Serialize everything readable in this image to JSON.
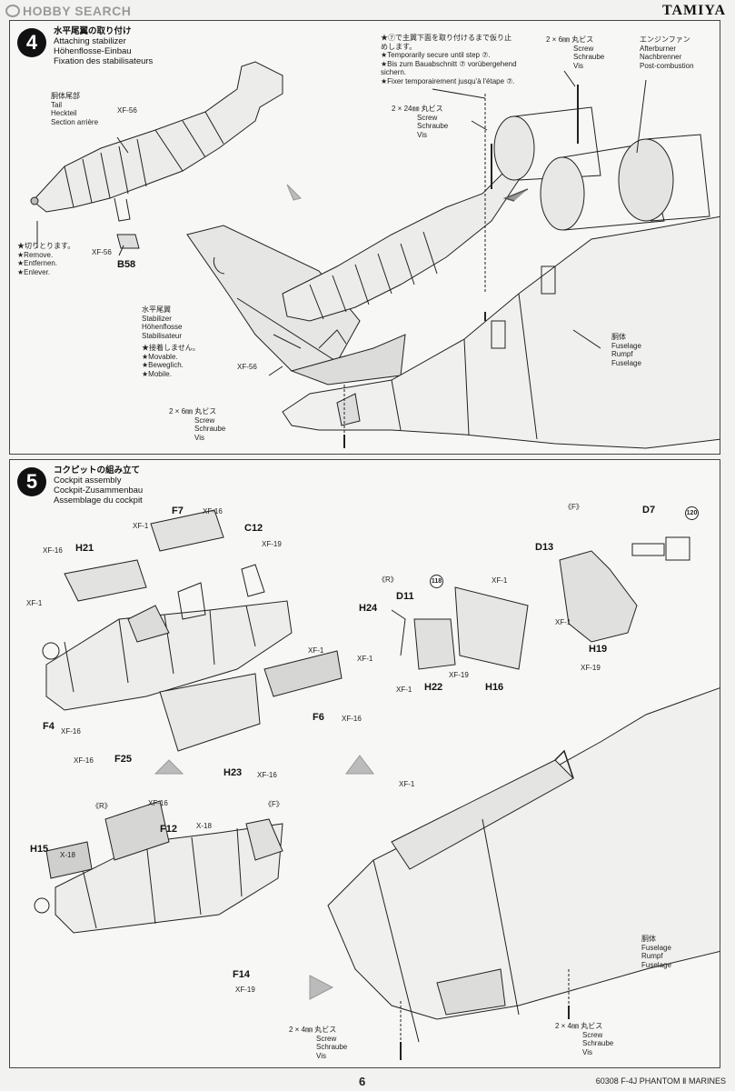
{
  "header": {
    "site_logo": "HOBBY SEARCH",
    "brand": "TAMIYA"
  },
  "step4": {
    "number": "4",
    "title_jp": "水平尾翼の取り付け",
    "title_en": "Attaching stabilizer",
    "title_de": "Höhenflosse-Einbau",
    "title_fr": "Fixation des stabilisateurs",
    "tail": {
      "jp": "胴体尾部",
      "en": "Tail",
      "de": "Heckteil",
      "fr": "Section arrière"
    },
    "cut_off": {
      "jp": "★切りとります。",
      "en": "★Remove.",
      "de": "★Entfernen.",
      "fr": "★Enlever."
    },
    "temp": {
      "jp": "★⑦で主翼下面を取り付けるまで仮り止めします。",
      "en": "★Temporarily secure until step ⑦.",
      "de": "★Bis zum Bauabschnitt ⑦ vorübergehend sichern.",
      "fr": "★Fixer temporairement jusqu'à l'étape ⑦."
    },
    "screw24": {
      "size": "2 × 24㎜ 丸ビス",
      "en": "Screw",
      "de": "Schraube",
      "fr": "Vis"
    },
    "screw6a": {
      "size": "2 × 6㎜ 丸ビス",
      "en": "Screw",
      "de": "Schraube",
      "fr": "Vis"
    },
    "screw6b": {
      "size": "2 × 6㎜ 丸ビス",
      "en": "Screw",
      "de": "Schraube",
      "fr": "Vis"
    },
    "afterburner": {
      "jp": "エンジンファン",
      "en": "Afterburner",
      "de": "Nachbrenner",
      "fr": "Post-combustion"
    },
    "stabilizer": {
      "jp": "水平尾翼",
      "en": "Stabilizer",
      "de": "Höhenflosse",
      "fr": "Stabilisateur"
    },
    "movable": {
      "jp": "★接着しません。",
      "en": "★Movable.",
      "de": "★Beweglich.",
      "fr": "★Mobile."
    },
    "fuselage": {
      "jp": "胴体",
      "en": "Fuselage",
      "de": "Rumpf",
      "fr": "Fuselage"
    },
    "parts": {
      "xf56_a": "XF-56",
      "xf56_b": "XF-56",
      "xf56_c": "XF-56",
      "b58": "B58"
    }
  },
  "step5": {
    "number": "5",
    "title_jp": "コクピットの組み立て",
    "title_en": "Cockpit assembly",
    "title_de": "Cockpit-Zusammenbau",
    "title_fr": "Assemblage du cockpit",
    "parts": {
      "f7": "F7",
      "xf16_f7": "XF-16",
      "xf1_a": "XF-1",
      "c12": "C12",
      "xf19_a": "XF-19",
      "xf16_h21": "XF-16",
      "h21": "H21",
      "xf1_b": "XF-1",
      "f4": "F4",
      "xf16_f4": "XF-16",
      "xf16_f25": "XF-16",
      "f25": "F25",
      "xf1_f6": "XF-1",
      "f6": "F6",
      "xf16_f6": "XF-16",
      "h23": "H23",
      "xf16_h23": "XF-16",
      "r_mark_a": "《R》",
      "d11": "D11",
      "circ118": "118",
      "h24": "H24",
      "xf1_c": "XF-1",
      "xf1_d": "XF-1",
      "h22": "H22",
      "xf19_b": "XF-19",
      "h16": "H16",
      "xf1_e": "XF-1",
      "f_mark_a": "《F》",
      "d7": "D7",
      "circ120": "120",
      "d13": "D13",
      "xf1_g": "XF-1",
      "h19": "H19",
      "xf19_c": "XF-19",
      "r_mark_b": "《R》",
      "xf16_b": "XF-16",
      "f12": "F12",
      "x18_a": "X-18",
      "f_mark_b": "《F》",
      "h15": "H15",
      "x18_b": "X-18",
      "f14": "F14",
      "xf19_d": "XF-19",
      "xf1_h": "XF-1"
    },
    "fuselage": {
      "jp": "胴体",
      "en": "Fuselage",
      "de": "Rumpf",
      "fr": "Fuselage"
    },
    "screw4a": {
      "size": "2 × 4㎜ 丸ビス",
      "en": "Screw",
      "de": "Schraube",
      "fr": "Vis"
    },
    "screw4b": {
      "size": "2 × 4㎜ 丸ビス",
      "en": "Screw",
      "de": "Schraube",
      "fr": "Vis"
    }
  },
  "footer": {
    "page_number": "6",
    "title": "60308 F-4J PHANTOM Ⅱ MARINES"
  }
}
